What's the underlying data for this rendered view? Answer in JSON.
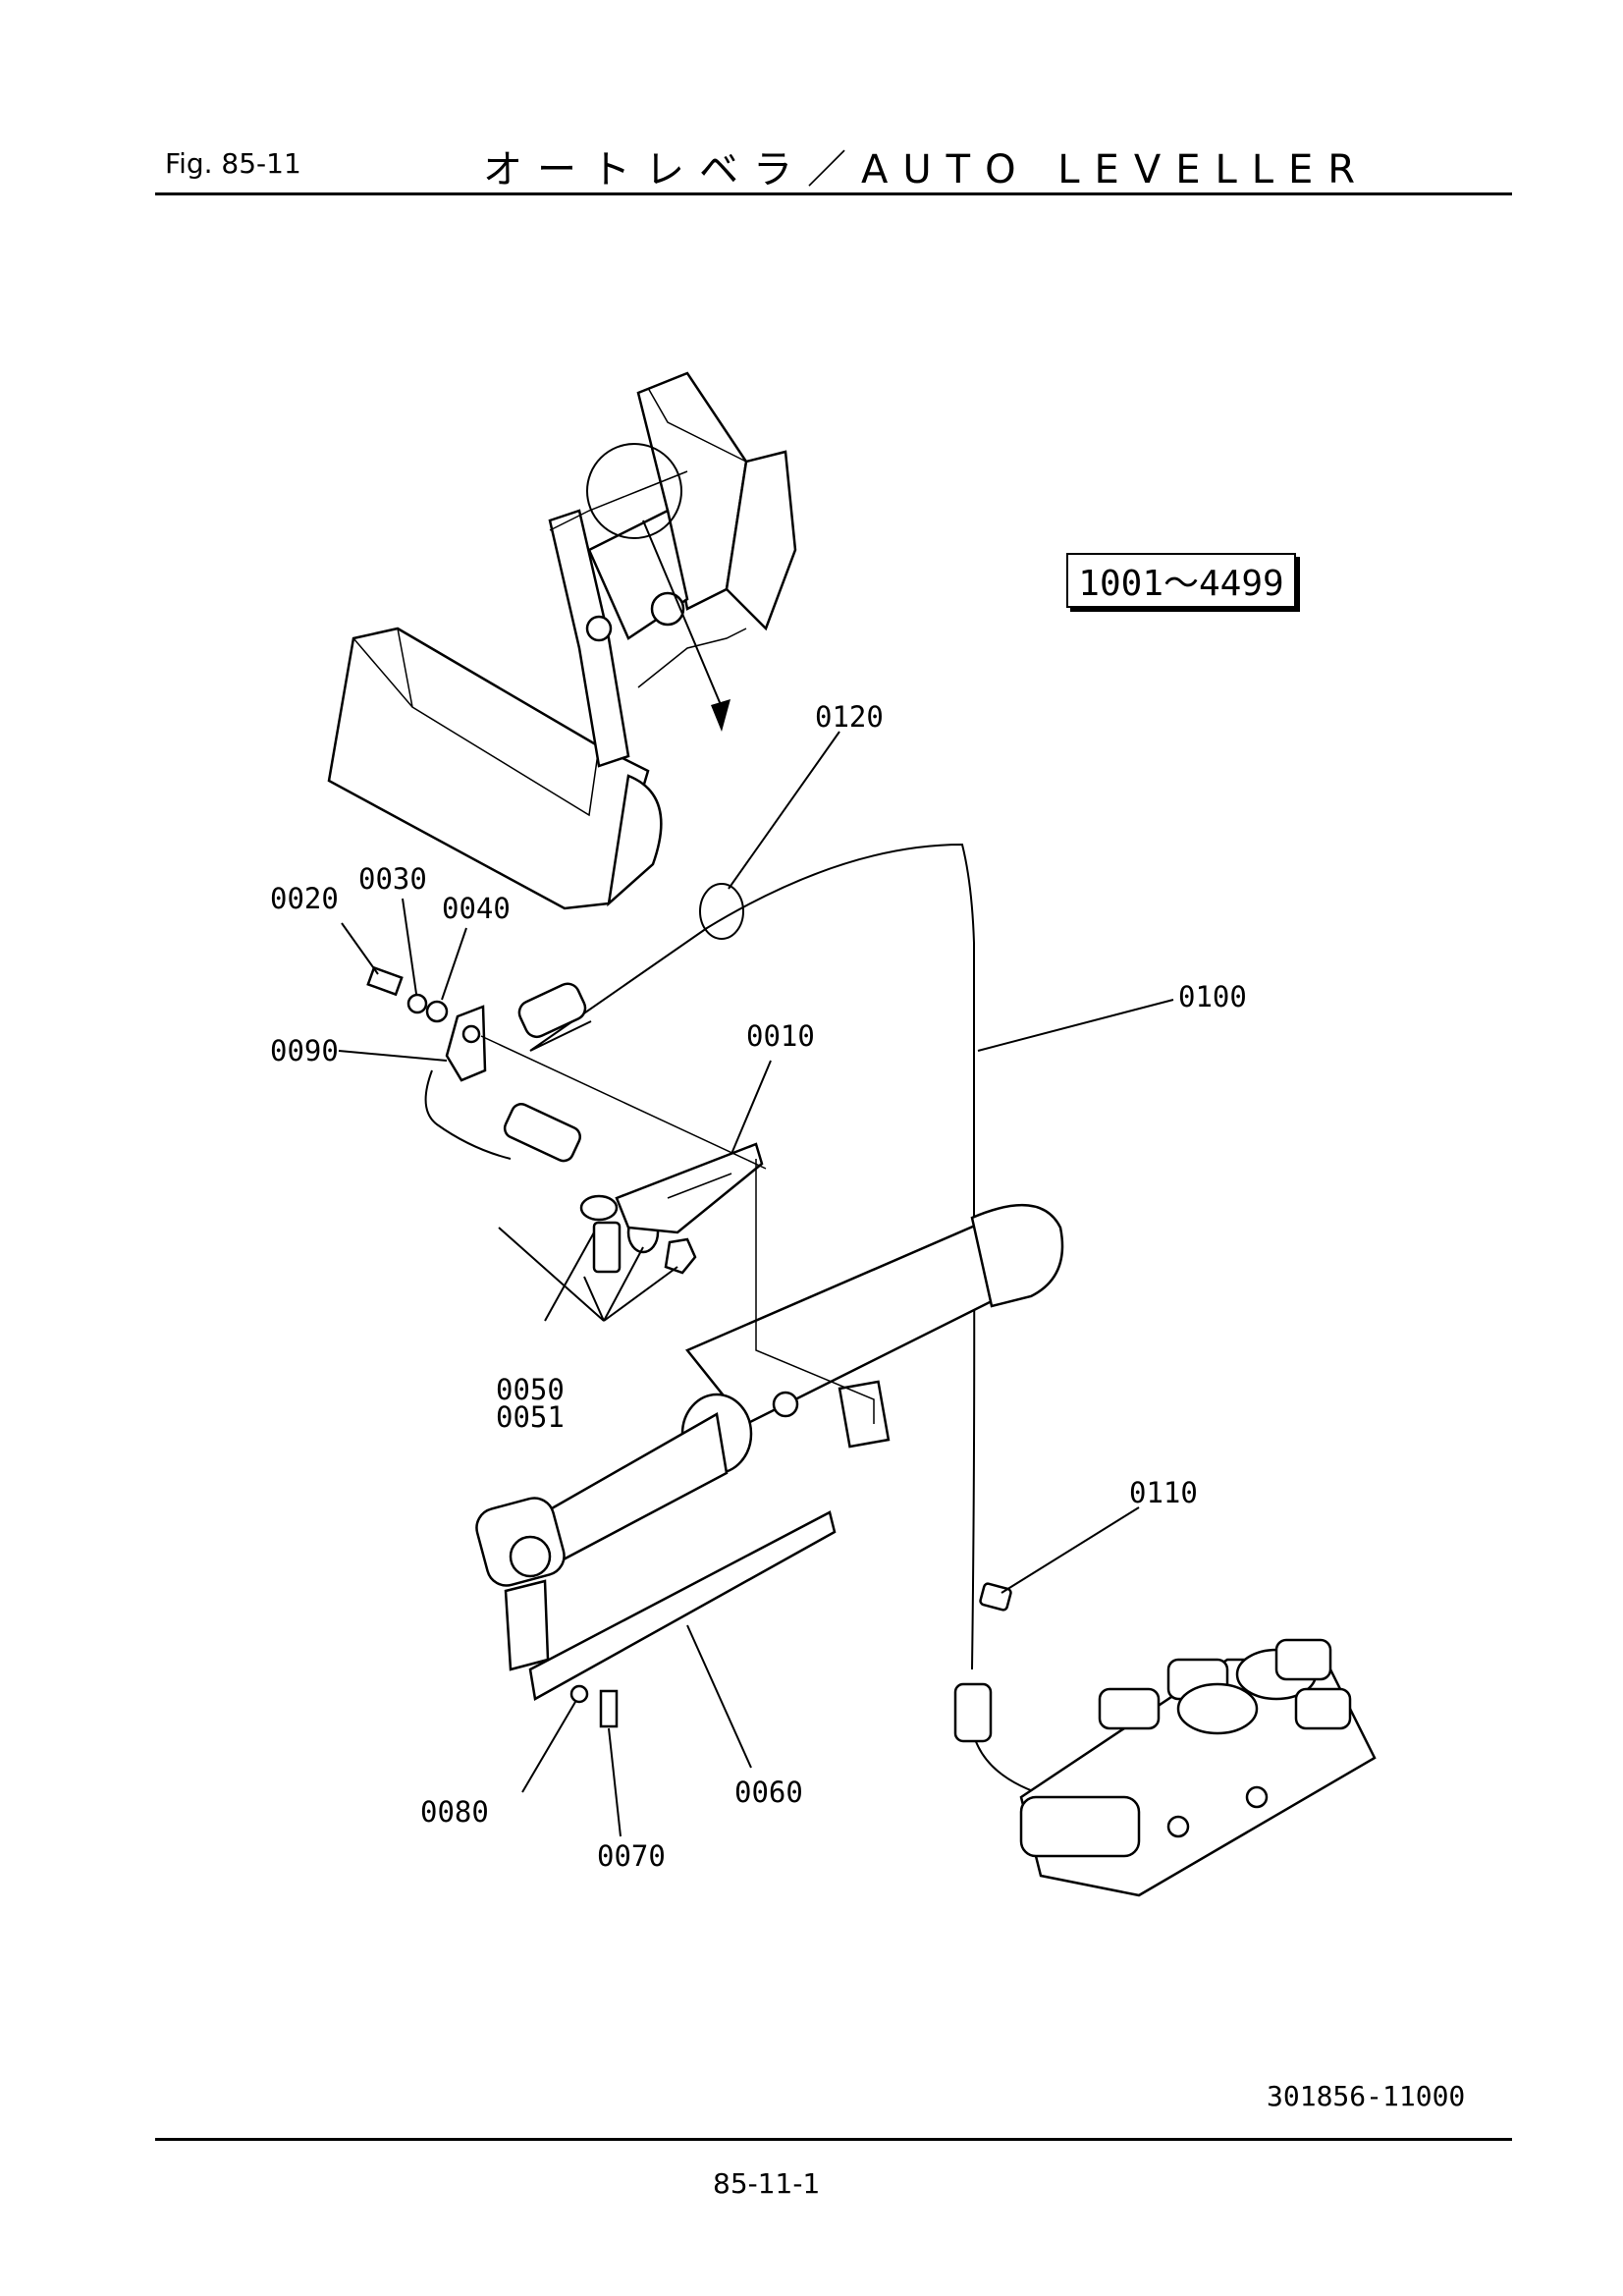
{
  "header": {
    "fig_label": "Fig.  85-11",
    "title": "オートレベラ／AUTO LEVELLER"
  },
  "serial_range": "1001～4499",
  "callouts": {
    "p0010": "0010",
    "p0020": "0020",
    "p0030": "0030",
    "p0040": "0040",
    "p0050": "0050",
    "p0051": "0051",
    "p0060": "0060",
    "p0070": "0070",
    "p0080": "0080",
    "p0090": "0090",
    "p0100": "0100",
    "p0110": "0110",
    "p0120": "0120"
  },
  "footer": {
    "drawing_number": "301856-11000",
    "page_number": "85-11-1"
  }
}
